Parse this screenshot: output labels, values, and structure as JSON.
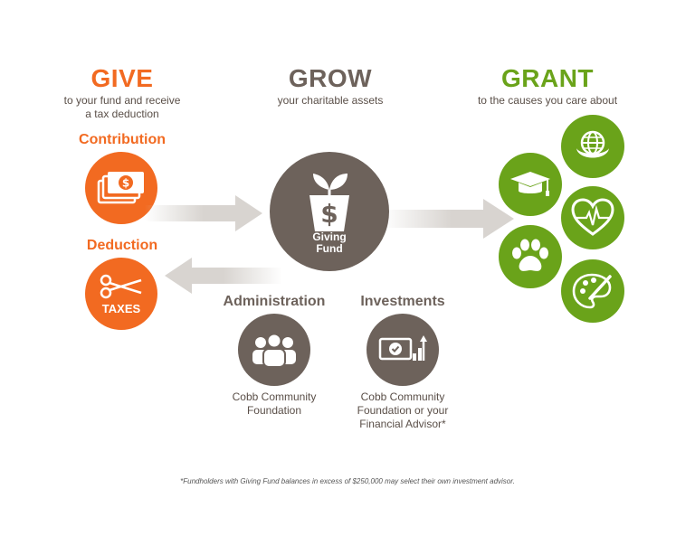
{
  "give": {
    "title": "GIVE",
    "subtitle_line1": "to your fund and receive",
    "subtitle_line2": "a tax deduction",
    "contribution_label": "Contribution",
    "deduction_label": "Deduction",
    "taxes_text": "TAXES"
  },
  "grow": {
    "title": "GROW",
    "subtitle": "your charitable assets",
    "fund_line1": "Giving",
    "fund_line2": "Fund",
    "fund_symbol": "$",
    "administration_label": "Administration",
    "administration_caption_line1": "Cobb Community",
    "administration_caption_line2": "Foundation",
    "investments_label": "Investments",
    "investments_caption_line1": "Cobb Community",
    "investments_caption_line2": "Foundation or your",
    "investments_caption_line3": "Financial Advisor*"
  },
  "grant": {
    "title": "GRANT",
    "subtitle": "to the causes you care about",
    "causes": [
      "graduation-cap-icon",
      "globe-icon",
      "heart-icon",
      "paw-icon",
      "paint-palette-icon"
    ]
  },
  "footnote": "*Fundholders with Giving Fund balances in excess of $250,000 may select their own investment advisor.",
  "colors": {
    "orange": "#f26a21",
    "brown": "#6d625b",
    "green": "#6aa31a",
    "arrow": "#d8d4d0"
  }
}
